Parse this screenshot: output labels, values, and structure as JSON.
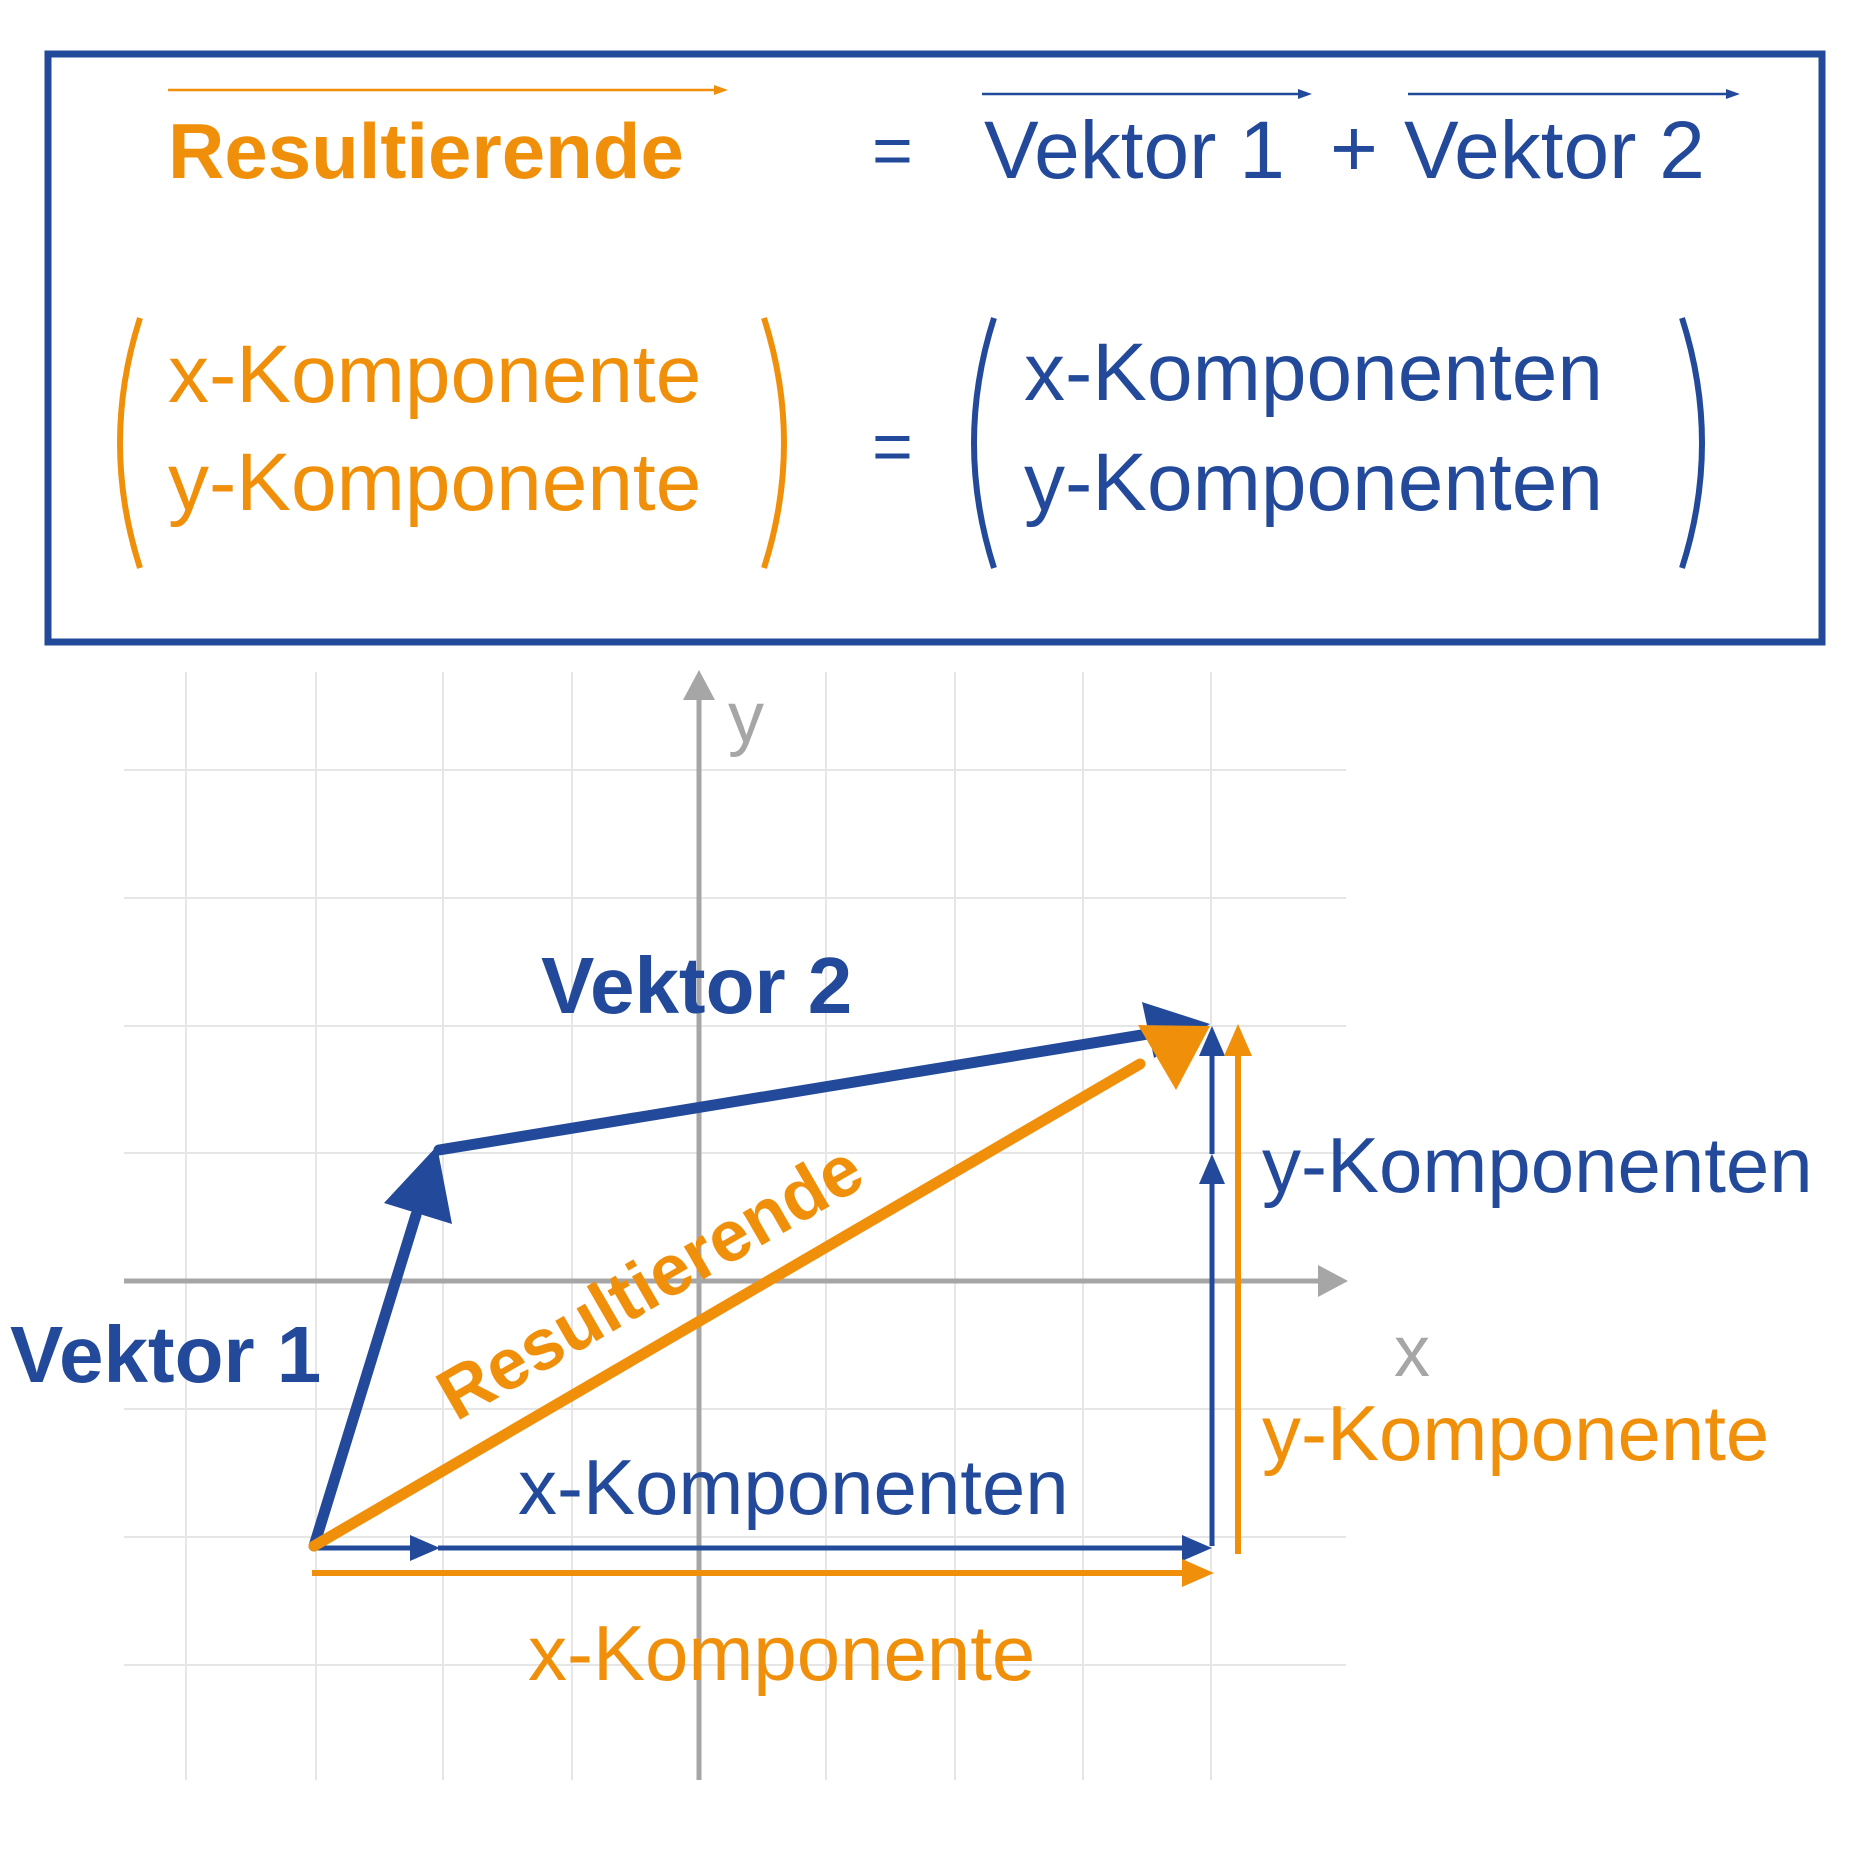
{
  "colors": {
    "orange": "#F0900A",
    "blue": "#234A9A",
    "grid": "#E6E6E6",
    "axis": "#A6A6A6"
  },
  "formula": {
    "resultant": "Resultierende",
    "equals_1": "=",
    "vector1": "Vektor 1",
    "plus": "+",
    "vector2": "Vektor 2",
    "left_x": "x-Komponente",
    "left_y": "y-Komponente",
    "equals_2": "=",
    "right_x": "x-Komponenten",
    "right_y": "y-Komponenten"
  },
  "graph": {
    "axis_x_label": "x",
    "axis_y_label": "y",
    "vector1_label": "Vektor 1",
    "vector2_label": "Vektor 2",
    "resultant_label": "Resultierende",
    "blue_x_components_label": "x-Komponenten",
    "blue_y_components_label": "y-Komponenten",
    "orange_x_component_label": "x-Komponente",
    "orange_y_component_label": "y-Komponente"
  }
}
